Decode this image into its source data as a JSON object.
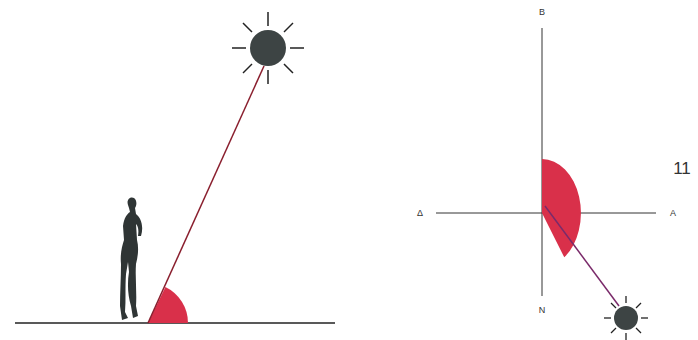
{
  "diagram": {
    "labels": [
      "B",
      "Δ",
      "A",
      "N",
      "11"
    ]
  }
}
